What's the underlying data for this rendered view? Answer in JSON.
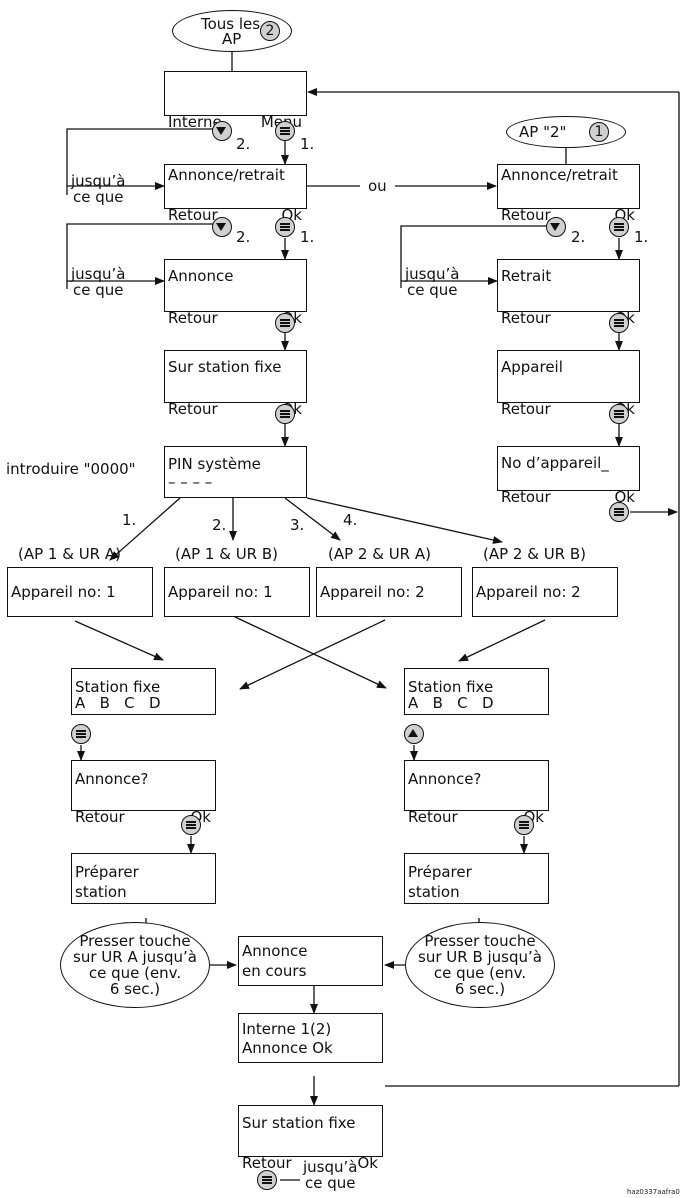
{
  "top_ellipse": {
    "line1": "Tous les",
    "line2": "AP",
    "badge": "2"
  },
  "right_ellipse": {
    "text": "AP \"2\"",
    "badge": "1"
  },
  "boxes": {
    "menu": {
      "left": "Interne",
      "right": "Menu"
    },
    "annonce_retrait_l": {
      "line1": "Annonce/retrait",
      "left": "Retour",
      "right": "Ok"
    },
    "annonce": {
      "line1": "Annonce",
      "left": "Retour",
      "right": "Ok"
    },
    "sur_station": {
      "line1": "Sur station fixe",
      "left": "Retour",
      "right": "Ok"
    },
    "pin": {
      "line1": "PIN système",
      "line2": "– – – –"
    },
    "annonce_retrait_r": {
      "line1": "Annonce/retrait",
      "left": "Retour",
      "right": "Ok"
    },
    "retrait": {
      "line1": "Retrait",
      "left": "Retour",
      "right": "Ok"
    },
    "appareil": {
      "line1": "Appareil",
      "left": "Retour",
      "right": "Ok"
    },
    "no_appareil": {
      "line1": "No d’appareil_",
      "left": "Retour",
      "right": "Ok"
    },
    "app1": {
      "text": "Appareil no: 1"
    },
    "app2": {
      "text": "Appareil no: 1"
    },
    "app3": {
      "text": "Appareil no: 2"
    },
    "app4": {
      "text": "Appareil no: 2"
    },
    "station_l": {
      "line1": "Station fixe",
      "line2": "A   B   C   D"
    },
    "station_r": {
      "line1": "Station fixe",
      "line2": "A   B   C   D"
    },
    "annonce_q_l": {
      "line1": "Annonce?",
      "left": "Retour",
      "right": "Ok"
    },
    "annonce_q_r": {
      "line1": "Annonce?",
      "left": "Retour",
      "right": "Ok"
    },
    "preparer_l": {
      "line1": "Préparer",
      "line2": "station"
    },
    "preparer_r": {
      "line1": "Préparer",
      "line2": "station"
    },
    "en_cours": {
      "line1": "Annonce",
      "line2": "en cours"
    },
    "interne12": {
      "line1": "Interne 1(2)",
      "line2": "Annonce Ok"
    },
    "sur_station_end": {
      "line1": "Sur station fixe",
      "left": "Retour",
      "right": "Ok"
    }
  },
  "labels": {
    "step1": "1.",
    "step2": "2.",
    "jusqua": "jusqu’à",
    "ce_que": "ce que",
    "ou": "ou",
    "introduire": "introduire \"0000\"",
    "branch1": "1.",
    "branch2": "2.",
    "branch3": "3.",
    "branch4": "4.",
    "cat1": "(AP 1 & UR A)",
    "cat2": "(AP 1 & UR B)",
    "cat3": "(AP 2 & UR A)",
    "cat4": "(AP 2 & UR B)",
    "bottom_jusqua": "jusqu’à",
    "bottom_ce_que": "ce que"
  },
  "ovals": {
    "ur_a": {
      "l1": "Presser touche",
      "l2": "sur UR A jusqu’à",
      "l3": "ce que (env.",
      "l4": "6 sec.)"
    },
    "ur_b": {
      "l1": "Presser touche",
      "l2": "sur UR B jusqu’à",
      "l3": "ce que (env.",
      "l4": "6 sec.)"
    }
  },
  "footer_code": "haz0337aafra0"
}
